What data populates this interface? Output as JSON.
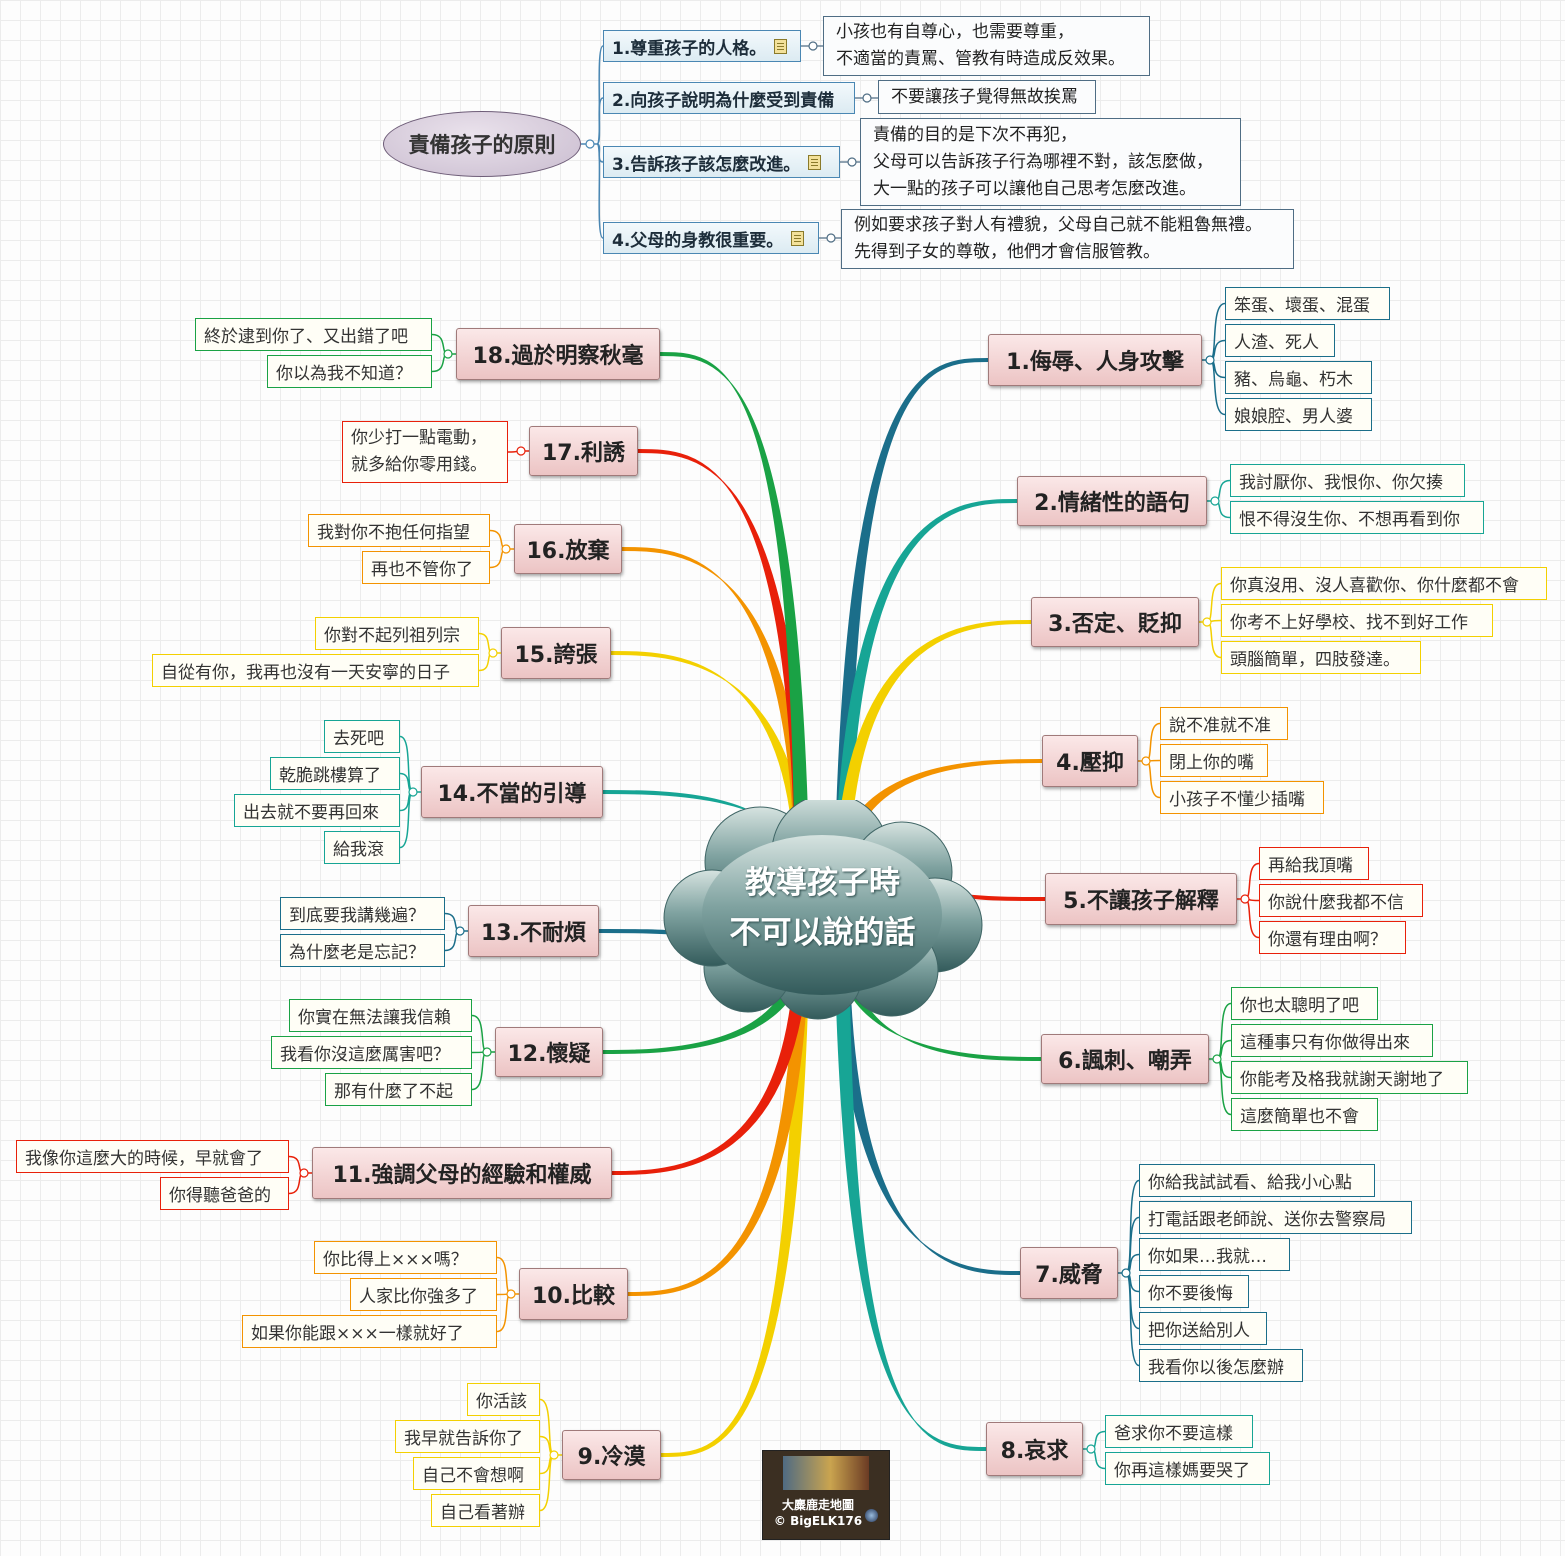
{
  "center": {
    "title_lines": [
      "教導孩子時",
      "不可以說的話"
    ]
  },
  "principles": {
    "root": "責備孩子的原則",
    "items": [
      {
        "label": "1.尊重孩子的人格。",
        "has_note": true,
        "text": [
          "小孩也有自尊心，也需要尊重，",
          "不適當的責罵、管教有時造成反效果。"
        ]
      },
      {
        "label": "2.向孩子說明為什麼受到責備",
        "has_note": false,
        "text": [
          "不要讓孩子覺得無故挨罵"
        ]
      },
      {
        "label": "3.告訴孩子該怎麼改進。",
        "has_note": true,
        "text": [
          "責備的目的是下次不再犯，",
          "父母可以告訴孩子行為哪裡不對，該怎麼做，",
          "大一點的孩子可以讓他自己思考怎麼改進。"
        ]
      },
      {
        "label": "4.父母的身教很重要。",
        "has_note": true,
        "text": [
          "例如要求孩子對人有禮貌，父母自己就不能粗魯無禮。",
          "先得到子女的尊敬，他們才會信服管教。"
        ]
      }
    ]
  },
  "branches": [
    {
      "label": "1.侮辱、人身攻擊",
      "color": "#1b6e8a",
      "leaves": [
        "笨蛋、壞蛋、混蛋",
        "人渣、死人",
        "豬、烏龜、朽木",
        "娘娘腔、男人婆"
      ]
    },
    {
      "label": "2.情緒性的語句",
      "color": "#17a595",
      "leaves": [
        "我討厭你、我恨你、你欠揍",
        "恨不得沒生你、不想再看到你"
      ]
    },
    {
      "label": "3.否定、貶抑",
      "color": "#f3d000",
      "leaves": [
        "你真沒用、沒人喜歡你、你什麼都不會",
        "你考不上好學校、找不到好工作",
        "頭腦簡單，四肢發達。"
      ]
    },
    {
      "label": "4.壓抑",
      "color": "#f39300",
      "leaves": [
        "說不准就不准",
        "閉上你的嘴",
        "小孩子不懂少插嘴"
      ]
    },
    {
      "label": "5.不讓孩子解釋",
      "color": "#e8200a",
      "leaves": [
        "再給我頂嘴",
        "你說什麼我都不信",
        "你還有理由啊？"
      ]
    },
    {
      "label": "6.諷刺、嘲弄",
      "color": "#1aa245",
      "leaves": [
        "你也太聰明了吧",
        "這種事只有你做得出來",
        "你能考及格我就謝天謝地了",
        "這麼簡單也不會"
      ]
    },
    {
      "label": "7.威脅",
      "color": "#1b6e8a",
      "leaves": [
        "你給我試試看、給我小心點",
        "打電話跟老師說、送你去警察局",
        "你如果…我就…",
        "你不要後悔",
        "把你送給別人",
        "我看你以後怎麼辦"
      ]
    },
    {
      "label": "8.哀求",
      "color": "#17a595",
      "leaves": [
        "爸求你不要這樣",
        "你再這樣媽要哭了"
      ]
    },
    {
      "label": "9.冷漠",
      "color": "#f3d000",
      "leaves": [
        "你活該",
        "我早就告訴你了",
        "自己不會想啊",
        "自己看著辦"
      ]
    },
    {
      "label": "10.比較",
      "color": "#f39300",
      "leaves": [
        "你比得上×××嗎？",
        "人家比你強多了",
        "如果你能跟×××一樣就好了"
      ]
    },
    {
      "label": "11.強調父母的經驗和權威",
      "color": "#e8200a",
      "leaves": [
        "我像你這麼大的時候，早就會了",
        "你得聽爸爸的"
      ]
    },
    {
      "label": "12.懷疑",
      "color": "#1aa245",
      "leaves": [
        "你實在無法讓我信賴",
        "我看你沒這麼厲害吧？",
        "那有什麼了不起"
      ]
    },
    {
      "label": "13.不耐煩",
      "color": "#1b6e8a",
      "leaves": [
        "到底要我講幾遍？",
        "為什麼老是忘記？"
      ]
    },
    {
      "label": "14.不當的引導",
      "color": "#17a595",
      "leaves": [
        "去死吧",
        "乾脆跳樓算了",
        "出去就不要再回來",
        "給我滾"
      ]
    },
    {
      "label": "15.誇張",
      "color": "#f3d000",
      "leaves": [
        "你對不起列祖列宗",
        "自從有你，我再也沒有一天安寧的日子"
      ]
    },
    {
      "label": "16.放棄",
      "color": "#f39300",
      "leaves": [
        "我對你不抱任何指望",
        "再也不管你了"
      ]
    },
    {
      "label": "17.利誘",
      "color": "#e8200a",
      "leaves": [
        [
          "你少打一點電動，",
          "就多給你零用錢。"
        ]
      ]
    },
    {
      "label": "18.過於明察秋毫",
      "color": "#1aa245",
      "leaves": [
        "終於逮到你了、又出錯了吧",
        "你以為我不知道？"
      ]
    }
  ],
  "logo": {
    "line1": "大麋鹿走地圖",
    "line2": "© BigELK176"
  }
}
